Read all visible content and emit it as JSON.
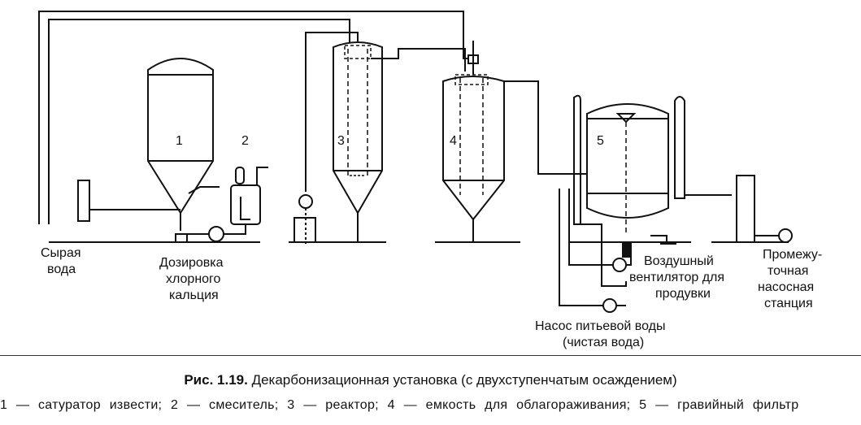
{
  "labels": {
    "unit1": "1",
    "unit2": "2",
    "unit3": "3",
    "unit4": "4",
    "unit5": "5",
    "raw_water": [
      "Сырая",
      "вода"
    ],
    "dosing": [
      "Дозировка",
      "хлорного",
      "кальция"
    ],
    "air_blower": [
      "Воздушный",
      "вентилятор для",
      "продувки"
    ],
    "drinking_pump": [
      "Насос питьевой воды",
      "(чистая вода)"
    ],
    "intermediate_station": [
      "Промежу-",
      "точная",
      "насосная",
      "станция"
    ]
  },
  "caption": {
    "fig_number": "Рис. 1.19.",
    "title": "Декарбонизационная установка (с двухступенчатым осаждением)"
  },
  "legend": "1 — сатуратор извести; 2 — смеситель; 3 — реактор; 4 — емкость для облагораживания; 5 — гравийный фильтр"
}
